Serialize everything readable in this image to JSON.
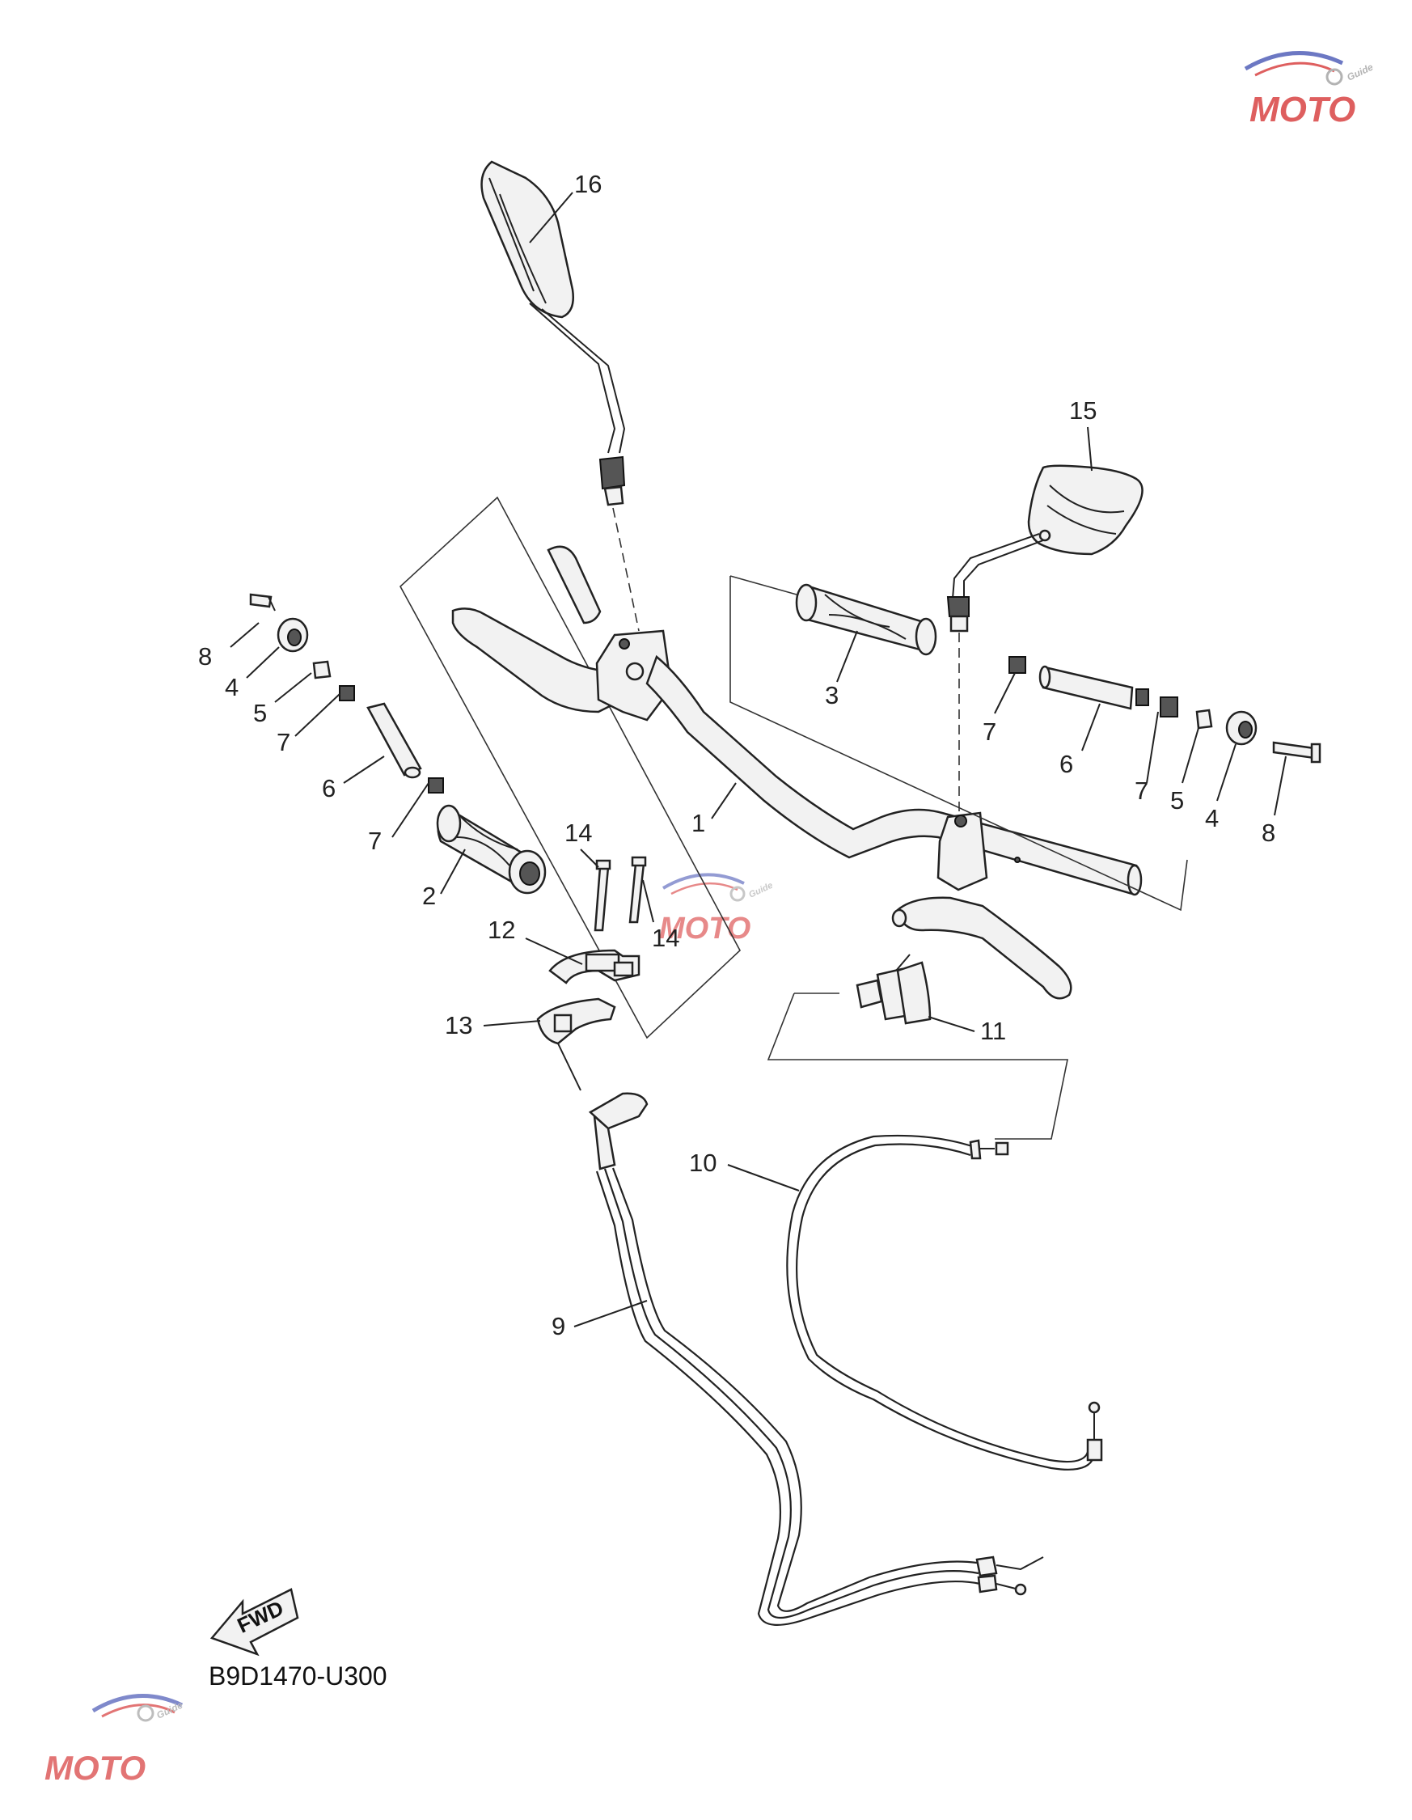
{
  "diagram": {
    "code": "B9D1470-U300",
    "fwd_label": "FWD",
    "callouts": [
      {
        "id": "c16",
        "text": "16"
      },
      {
        "id": "c15",
        "text": "15"
      },
      {
        "id": "c8l",
        "text": "8"
      },
      {
        "id": "c4l",
        "text": "4"
      },
      {
        "id": "c5l",
        "text": "5"
      },
      {
        "id": "c7la",
        "text": "7"
      },
      {
        "id": "c6l",
        "text": "6"
      },
      {
        "id": "c7lb",
        "text": "7"
      },
      {
        "id": "c2",
        "text": "2"
      },
      {
        "id": "c3",
        "text": "3"
      },
      {
        "id": "c7ra",
        "text": "7"
      },
      {
        "id": "c6r",
        "text": "6"
      },
      {
        "id": "c7rb",
        "text": "7"
      },
      {
        "id": "c5r",
        "text": "5"
      },
      {
        "id": "c4r",
        "text": "4"
      },
      {
        "id": "c8r",
        "text": "8"
      },
      {
        "id": "c1",
        "text": "1"
      },
      {
        "id": "c14a",
        "text": "14"
      },
      {
        "id": "c14b",
        "text": "14"
      },
      {
        "id": "c12",
        "text": "12"
      },
      {
        "id": "c13",
        "text": "13"
      },
      {
        "id": "c11",
        "text": "11"
      },
      {
        "id": "c10",
        "text": "10"
      },
      {
        "id": "c9",
        "text": "9"
      }
    ]
  },
  "watermark": {
    "brand": "MOTO",
    "tagline": "Guide"
  },
  "colors": {
    "ink": "#222222",
    "watermark_blue": "#3b4bb0",
    "watermark_red": "#d42a2a",
    "watermark_gray": "#9a9a9a"
  }
}
